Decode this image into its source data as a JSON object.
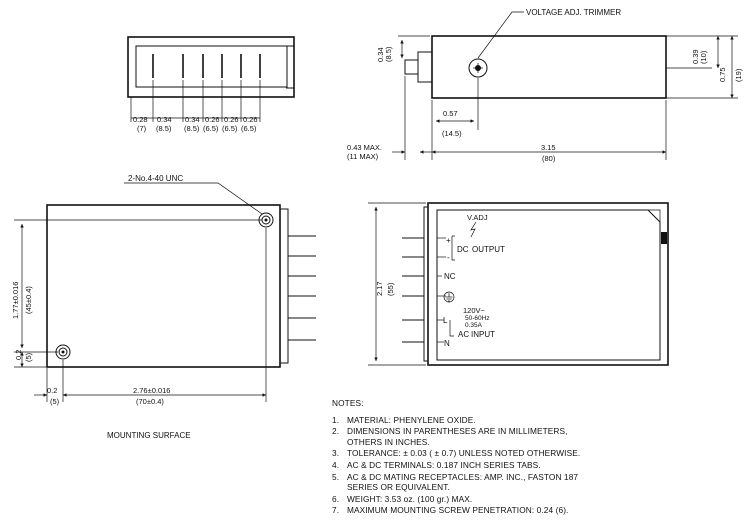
{
  "top_view": {
    "pitch_dims": [
      {
        "in": "0.28",
        "mm": "(7)"
      },
      {
        "in": "0.34",
        "mm": "(8.5)"
      },
      {
        "in": "0.34",
        "mm": "(8.5)"
      },
      {
        "in": "0.26",
        "mm": "(6.5)"
      },
      {
        "in": "0.26",
        "mm": "(6.5)"
      },
      {
        "in": "0.26",
        "mm": "(6.5)"
      }
    ]
  },
  "side_view": {
    "trimmer_label": "VOLTAGE ADJ. TRIMMER",
    "dim_034": {
      "in": "0.34",
      "mm": "(8.5)"
    },
    "dim_039": {
      "in": "0.39",
      "mm": "(10)"
    },
    "dim_075": {
      "in": "0.75",
      "mm": "(19)"
    },
    "dim_057": {
      "in": "0.57",
      "mm": "(14.5)"
    },
    "dim_043": {
      "in": "0.43 MAX.",
      "mm": "(11 MAX)"
    },
    "dim_315": {
      "in": "3.15",
      "mm": "(80)"
    }
  },
  "mount_view": {
    "thread_label": "2-No.4-40 UNC",
    "dim_177": {
      "in": "1.77±0.016",
      "mm": "(45±0.4)"
    },
    "dim_02v": {
      "in": "0.2",
      "mm": "(5)"
    },
    "dim_02h": {
      "in": "0.2",
      "mm": "(5)"
    },
    "dim_276": {
      "in": "2.76±0.016",
      "mm": "(70±0.4)"
    },
    "caption": "MOUNTING SURFACE"
  },
  "front_view": {
    "vadj": "V.ADJ",
    "plus": "+",
    "minus": "-",
    "dc": "DC",
    "output": "OUTPUT",
    "nc": "NC",
    "l": "L",
    "n": "N",
    "voltage": "120V~",
    "freq": "50-60Hz",
    "current": "0.35A",
    "ac": "AC",
    "input": "INPUT",
    "dim_217": {
      "in": "2.17",
      "mm": "(55)"
    }
  },
  "notes": {
    "title": "NOTES:",
    "items": [
      {
        "num": "1.",
        "text": "MATERIAL: PHENYLENE OXIDE."
      },
      {
        "num": "2.",
        "text": "DIMENSIONS IN PARENTHESES ARE IN MILLIMETERS,\nOTHERS IN INCHES."
      },
      {
        "num": "3.",
        "text": "TOLERANCE: ± 0.03 ( ± 0.7) UNLESS NOTED OTHERWISE."
      },
      {
        "num": "4.",
        "text": "AC & DC TERMINALS: 0.187 INCH SERIES TABS."
      },
      {
        "num": "5.",
        "text": "AC & DC MATING RECEPTACLES: AMP. INC., FASTON 187\nSERIES OR EQUIVALENT."
      },
      {
        "num": "6.",
        "text": "WEIGHT: 3.53 oz. (100 gr.) MAX."
      },
      {
        "num": "7.",
        "text": "MAXIMUM MOUNTING SCREW PENETRATION: 0.24 (6)."
      }
    ]
  }
}
